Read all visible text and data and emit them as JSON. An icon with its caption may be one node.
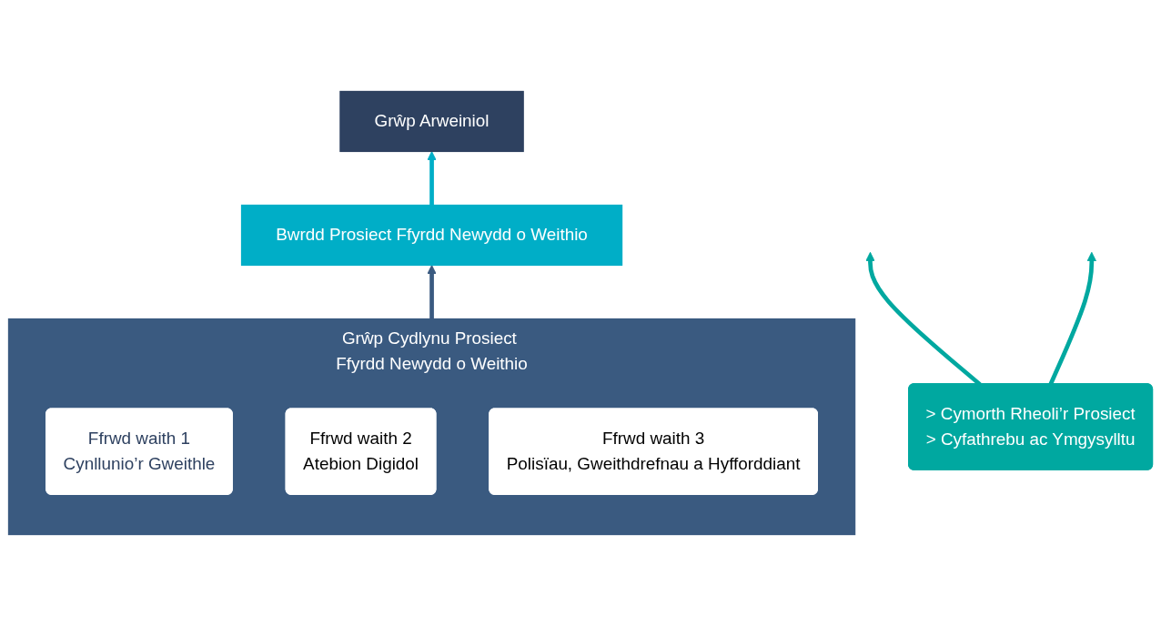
{
  "diagram": {
    "nodes": [
      {
        "text": [
          "Grŵp Arweiniol"
        ]
      },
      {
        "text": [
          "Bwrdd Prosiect Ffyrdd Newydd o Weithio"
        ]
      },
      {
        "text": [
          "Grŵp Cydlynu Prosiect Ffyrdd Newydd o Weithio"
        ]
      },
      {
        "text": [
          "Ffrwd waith 1",
          "Cynllunio’r Gweithle"
        ],
        "in": 2
      },
      {
        "text": [
          "Ffrwd waith 2",
          "Atebion Digidol"
        ],
        "in": 2
      },
      {
        "text": [
          "Ffrwd waith 3",
          "Polisïau, Gweithdrefnau a Hyfforddiant"
        ],
        "in": 2
      },
      {
        "text": [
          "> Cymorth Rheoli’r Prosiect",
          "> Cyfathrebu ac Ymgysylltu"
        ]
      }
    ],
    "edges": [
      {
        "from": 1,
        "to": 0,
        "arrow": "to",
        "color": "#00aec7"
      },
      {
        "from": 2,
        "to": 1,
        "arrow": "to",
        "color": "#3a5a80"
      },
      {
        "from": 6,
        "to": null,
        "arrow": "to",
        "color": "#00a8a0"
      },
      {
        "from": 6,
        "to": null,
        "arrow": "to",
        "color": "#00a8a0"
      }
    ]
  }
}
